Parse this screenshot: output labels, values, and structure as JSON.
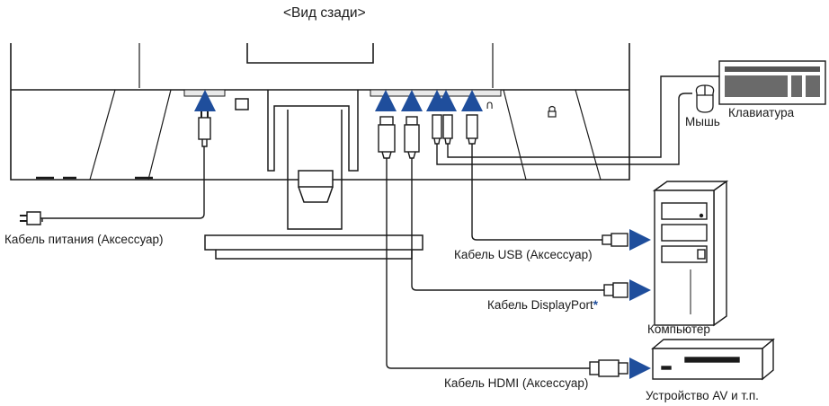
{
  "title": "<Вид сзади>",
  "labels": {
    "power_cable": "Кабель питания (Аксессуар)",
    "mouse": "Мышь",
    "keyboard": "Клавиатура",
    "usb_cable": "Кабель USB (Аксессуар)",
    "displayport_cable": "Кабель DisplayPort",
    "displayport_mark": "*",
    "computer": "Компьютер",
    "hdmi_cable": "Кабель HDMI (Аксессуар)",
    "av_device": "Устройство AV и т.п."
  },
  "colors": {
    "arrow": "#1f4e9c",
    "line": "#1a1a1a",
    "cable_fill": "#ffffff"
  },
  "icons": [
    "power-port-arrow",
    "usb-b-port-icon",
    "headphone-icon",
    "kensington-lock-icon"
  ]
}
